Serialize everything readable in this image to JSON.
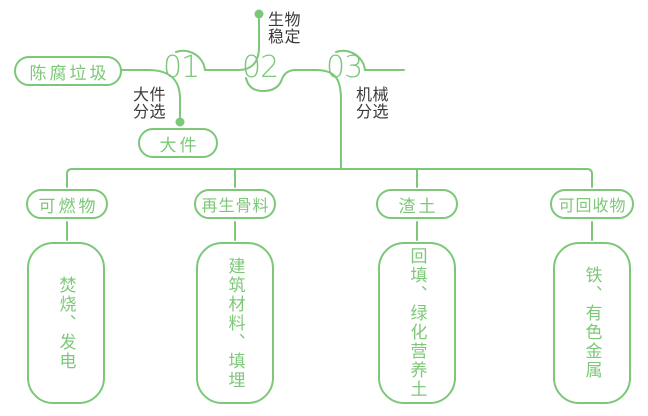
{
  "diagram": {
    "source_label": "陈腐垃圾",
    "stages": [
      {
        "number": "01",
        "label": "大件分选",
        "output": "大件"
      },
      {
        "number": "02",
        "label": "生物稳定"
      },
      {
        "number": "03",
        "label": "机械分选"
      }
    ],
    "branches": [
      {
        "category": "可燃物",
        "detail": "焚烧、发电"
      },
      {
        "category": "再生骨料",
        "detail": "建筑材料、填埋"
      },
      {
        "category": "渣土",
        "detail": "回填、绿化营养土"
      },
      {
        "category": "可回收物",
        "detail": "铁、有色金属"
      }
    ],
    "colors": {
      "line_green": "#7cc878",
      "label_dark": "#3a3a3a",
      "background": "#ffffff"
    }
  }
}
